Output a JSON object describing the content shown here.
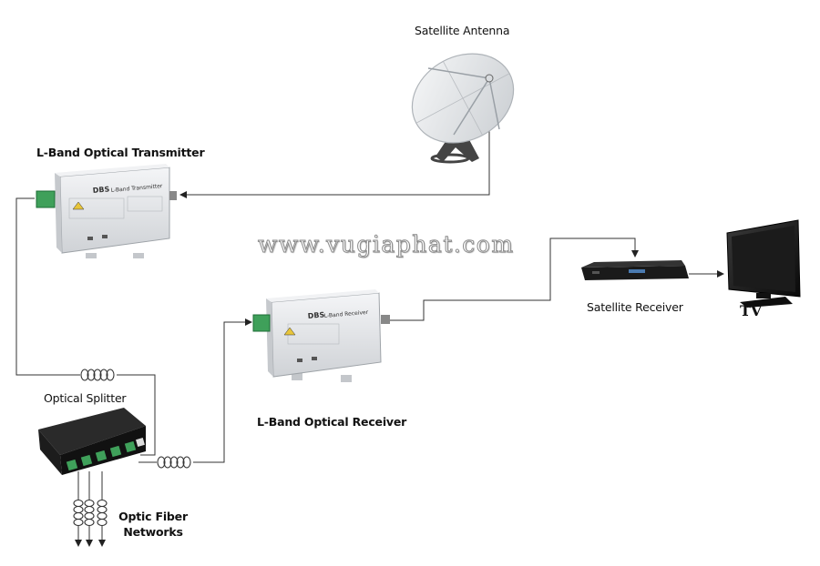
{
  "labels": {
    "satellite_antenna": "Satellite Antenna",
    "transmitter": "L-Band Optical Transmitter",
    "receiver": "L-Band Optical Receiver",
    "satellite_receiver": "Satellite Receiver",
    "tv": "TV",
    "optical_splitter": "Optical Splitter",
    "optic_fiber_networks_line1": "Optic Fiber",
    "optic_fiber_networks_line2": "Networks"
  },
  "watermark": "www.vugiaphat.com",
  "device_text": {
    "transmitter_brand": "DBS",
    "transmitter_model": "L-Band Transmitter",
    "receiver_brand": "DBS",
    "receiver_model": "L-Band Receiver"
  },
  "colors": {
    "line": "#333333",
    "connector_green": "#3fa05a",
    "device_body": "#e4e6e9",
    "dish": "#eceeef"
  }
}
